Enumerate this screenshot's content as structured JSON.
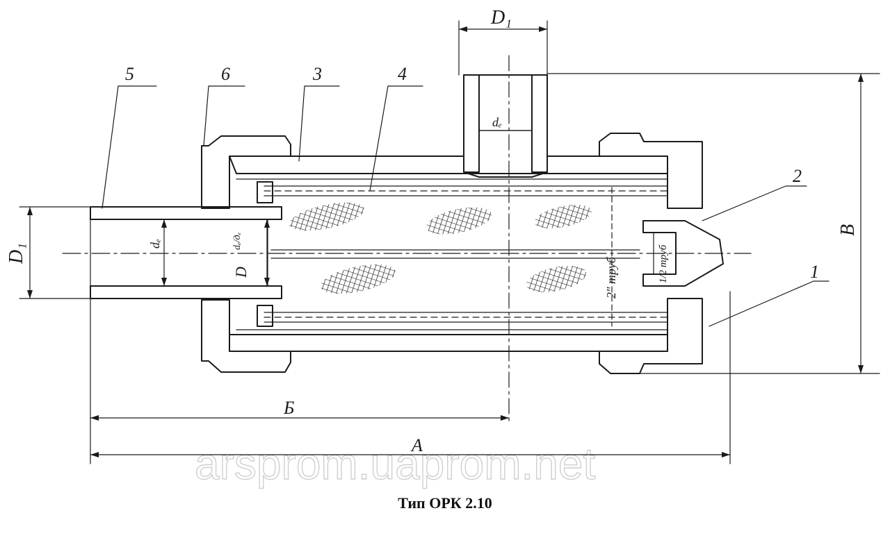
{
  "caption": "Тип ОРК 2.10",
  "watermark": "arsprom.uaprom.net",
  "callouts": [
    "5",
    "6",
    "3",
    "4",
    "2",
    "1"
  ],
  "dimensions": {
    "inlet_diameter": "D₁",
    "outlet_diameter": "D₁",
    "bore_top": "dₑ",
    "bore_left": "dₑ",
    "body_diameter": "D",
    "height": "B",
    "length_total": "A",
    "length_to_axis": "Б"
  },
  "annotations": {
    "pipe_2": "2\" труб",
    "pipe_half": "1/2 труб",
    "thread_label": "dₑ/дₑ"
  },
  "colors": {
    "ink": "#1a1a1a",
    "watermark": "#cfcfcf",
    "background": "#ffffff"
  }
}
